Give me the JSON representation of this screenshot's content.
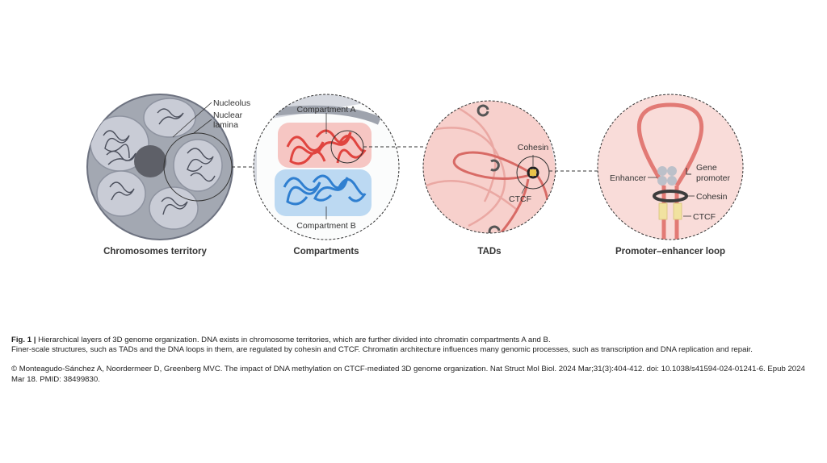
{
  "panels": {
    "chromosome_territory": {
      "title": "Chromosomes territory",
      "labels": {
        "nucleolus": "Nucleolus",
        "nuclear_lamina_1": "Nuclear",
        "nuclear_lamina_2": "lamina"
      }
    },
    "compartments": {
      "title": "Compartments",
      "labels": {
        "compartment_a": "Compartment A",
        "compartment_b": "Compartment B"
      }
    },
    "tads": {
      "title": "TADs",
      "labels": {
        "cohesin": "Cohesin",
        "ctcf": "CTCF"
      }
    },
    "promoter_enhancer_loop": {
      "title": "Promoter–enhancer loop",
      "labels": {
        "enhancer": "Enhancer",
        "gene_1": "Gene",
        "gene_2": "promoter",
        "cohesin": "Cohesin",
        "ctcf": "CTCF"
      }
    }
  },
  "caption": {
    "fig_label": "Fig. 1 |",
    "line1": " Hierarchical layers of 3D genome organization. DNA exists in chromosome territories, which are further divided into chromatin compartments A and B.",
    "line2": "Finer-scale structures, such as TADs and the DNA loops in them, are regulated by cohesin and CTCF. Chromatin architecture influences many genomic processes, such as transcription and DNA replication and repair.",
    "citation": "© Monteagudo-Sánchez A, Noordermeer D, Greenberg MVC. The impact of DNA methylation on CTCF-mediated 3D genome organization. Nat Struct Mol Biol. 2024 Mar;31(3):404-412. doi: 10.1038/s41594-024-01241-6. Epub 2024 Mar 18. PMID: 38499830."
  },
  "colors": {
    "nucleus_outer": "#9ea3ad",
    "nucleus_inner": "#c9ccd4",
    "nucleolus": "#5e6068",
    "chromatin_dark": "#4b4f5c",
    "compartment_a": "#e0443f",
    "compartment_b": "#2f7fd0",
    "pink_bg": "#f7d0cc",
    "dna_pink": "#e27a75",
    "cohesin_ring": "#4a4a4a",
    "ctcf_yellow": "#f1e2a0"
  }
}
